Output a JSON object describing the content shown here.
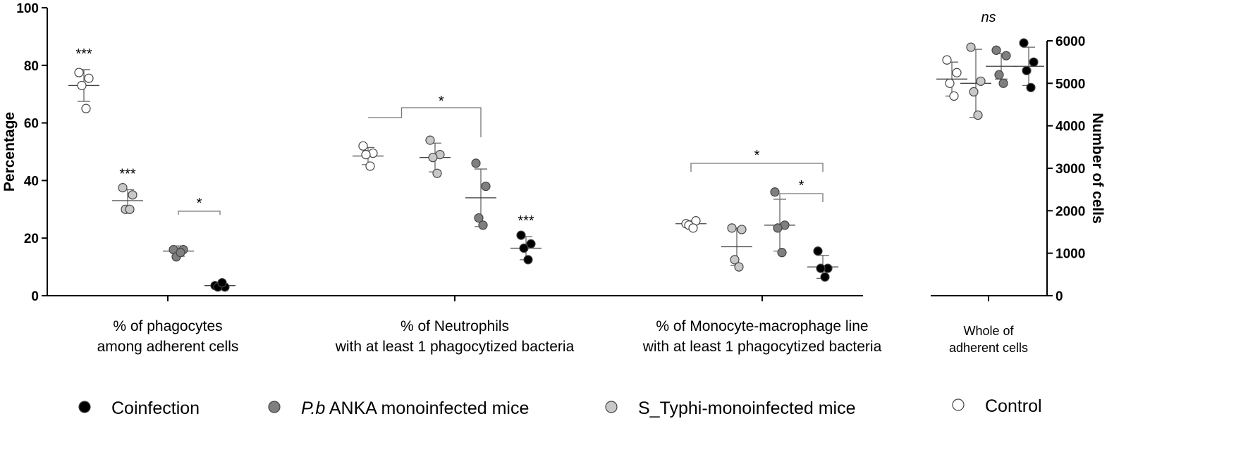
{
  "chart_data": {
    "type": "scatter",
    "ylabel": "Percentage",
    "ylabel_right": "Number of cells",
    "ylim": [
      0,
      100
    ],
    "ylim_right": [
      0,
      6000
    ],
    "y_ticks": [
      "0",
      "20",
      "40",
      "60",
      "80",
      "100"
    ],
    "y_ticks_right": [
      "0",
      "1000",
      "2000",
      "3000",
      "4000",
      "5000",
      "6000"
    ],
    "colors": {
      "Control": "#ffffff",
      "S_Typhi-monoinfected mice": "#c8c8c8",
      "P.b ANKA monoinfected mice": "#7f7f7f",
      "Coinfection": "#000000"
    },
    "legend": [
      {
        "series": "Coinfection",
        "label": "Coinfection",
        "prefix": ""
      },
      {
        "series": "P.b ANKA monoinfected mice",
        "label": " ANKA monoinfected mice",
        "prefix": "P.b"
      },
      {
        "series": "S_Typhi-monoinfected mice",
        "label": "S_Typhi-monoinfected mice",
        "prefix": ""
      },
      {
        "series": "Control",
        "label": "Control",
        "prefix": ""
      }
    ],
    "groups": [
      {
        "label_lines": [
          "% of phagocytes",
          "among adherent cells"
        ],
        "axis": "left",
        "series": [
          {
            "name": "Control",
            "mean": 73,
            "sd": 5.5,
            "points": [
              77.5,
              75.5,
              73,
              65
            ],
            "sig": "***"
          },
          {
            "name": "S_Typhi-monoinfected mice",
            "mean": 33,
            "sd": 3.8,
            "points": [
              37.5,
              35,
              30,
              30
            ],
            "sig": "***"
          },
          {
            "name": "P.b ANKA monoinfected mice",
            "mean": 15.5,
            "sd": 1.8,
            "points": [
              16,
              16,
              13.5,
              15
            ],
            "sig": ""
          },
          {
            "name": "Coinfection",
            "mean": 3.5,
            "sd": 0.8,
            "points": [
              3.5,
              3,
              3,
              4.5
            ],
            "sig": ""
          }
        ],
        "brackets": [
          {
            "from": 2,
            "to": 3,
            "label": "*"
          }
        ]
      },
      {
        "label_lines": [
          "% of Neutrophils",
          "with at least 1 phagocytized bacteria"
        ],
        "axis": "left",
        "series": [
          {
            "name": "Control",
            "mean": 48.5,
            "sd": 3,
            "points": [
              52,
              49.5,
              49,
              45
            ],
            "sig": ""
          },
          {
            "name": "S_Typhi-monoinfected mice",
            "mean": 48,
            "sd": 5,
            "points": [
              54,
              49,
              48,
              42.5
            ],
            "sig": ""
          },
          {
            "name": "P.b ANKA monoinfected mice",
            "mean": 34,
            "sd": 10,
            "points": [
              46,
              38,
              27,
              24.5
            ],
            "sig": ""
          },
          {
            "name": "Coinfection",
            "mean": 16.5,
            "sd": 4,
            "points": [
              21,
              18,
              16.5,
              12.5
            ],
            "sig": "***"
          }
        ],
        "brackets": [
          {
            "from": 0,
            "to": 2,
            "label": "*",
            "drop_from": 1
          }
        ]
      },
      {
        "label_lines": [
          "% of Monocyte-macrophage line",
          "with at least 1 phagocytized bacteria"
        ],
        "axis": "left",
        "series": [
          {
            "name": "Control",
            "mean": 25,
            "sd": 1,
            "points": [
              25,
              26,
              24.5,
              23.5
            ],
            "sig": ""
          },
          {
            "name": "S_Typhi-monoinfected mice",
            "mean": 17,
            "sd": 6.5,
            "points": [
              23.5,
              23,
              12.5,
              10
            ],
            "sig": ""
          },
          {
            "name": "P.b ANKA monoinfected mice",
            "mean": 24.5,
            "sd": 9,
            "points": [
              36,
              24.5,
              23.5,
              15
            ],
            "sig": ""
          },
          {
            "name": "Coinfection",
            "mean": 10,
            "sd": 4,
            "points": [
              15.5,
              9.5,
              9.5,
              6.5
            ],
            "sig": ""
          }
        ],
        "brackets": [
          {
            "from": 0,
            "to": 3,
            "label": "*"
          },
          {
            "from": 2,
            "to": 3,
            "label": "*"
          }
        ]
      },
      {
        "label_lines": [
          "Whole of",
          "adherent cells"
        ],
        "axis": "right",
        "top_sig": "ns",
        "series": [
          {
            "name": "Control",
            "mean": 5100,
            "sd": 400,
            "points": [
              5550,
              5250,
              5000,
              4700
            ],
            "sig": ""
          },
          {
            "name": "S_Typhi-monoinfected mice",
            "mean": 5000,
            "sd": 800,
            "points": [
              5850,
              5050,
              4800,
              4250
            ],
            "sig": ""
          },
          {
            "name": "P.b ANKA monoinfected mice",
            "mean": 5400,
            "sd": 300,
            "points": [
              5780,
              5650,
              5200,
              5000
            ],
            "sig": ""
          },
          {
            "name": "Coinfection",
            "mean": 5400,
            "sd": 450,
            "points": [
              5950,
              5500,
              5300,
              4900
            ],
            "sig": ""
          }
        ],
        "brackets": []
      }
    ]
  }
}
